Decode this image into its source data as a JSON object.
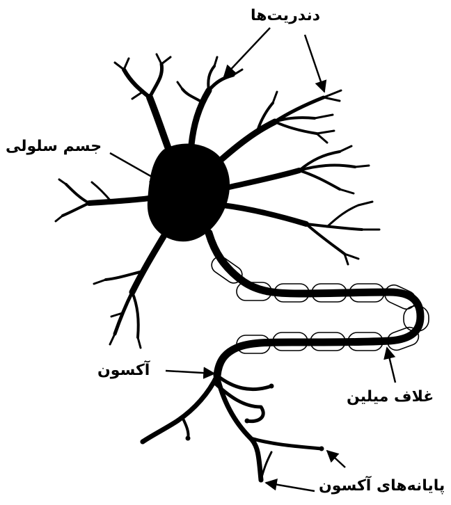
{
  "labels": {
    "dendrites": "دندریت‌ها",
    "cell_body": "جسم سلولی",
    "axon": "آکسون",
    "myelin_sheath": "غلاف میلین",
    "axon_terminals": "پایانه‌های آکسون"
  },
  "colors": {
    "ink": "#000000",
    "background": "#ffffff"
  }
}
